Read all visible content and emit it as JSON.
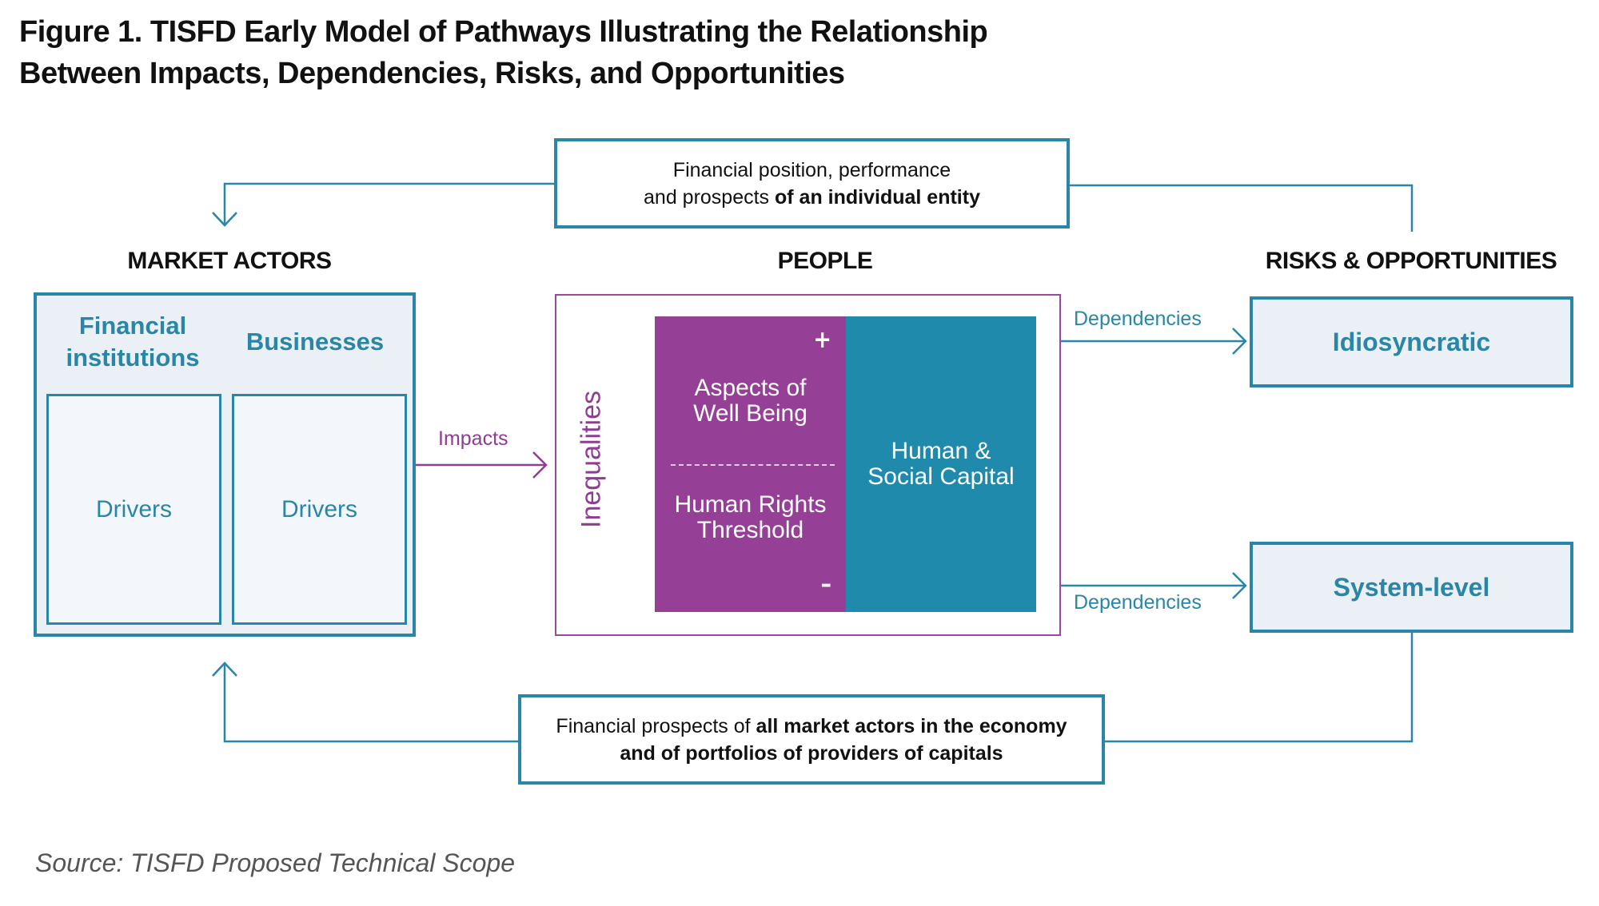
{
  "figure": {
    "title_line1": "Figure 1. TISFD Early Model of Pathways Illustrating the Relationship",
    "title_line2": "Between Impacts, Dependencies, Risks, and Opportunities",
    "source": "Source: TISFD Proposed Technical Scope"
  },
  "top_box": {
    "line1": "Financial position, performance",
    "line2_plain": "and prospects ",
    "line2_bold": "of an individual entity"
  },
  "bottom_box": {
    "line1_plain": "Financial prospects of ",
    "line1_bold": "all market actors in the economy",
    "line2_bold": "and of portfolios of providers of capitals"
  },
  "sections": {
    "market_actors": "MARKET ACTORS",
    "people": "PEOPLE",
    "risks_opportunities": "RISKS & OPPORTUNITIES"
  },
  "market_actors": {
    "col1_line1": "Financial",
    "col1_line2": "institutions",
    "col2": "Businesses",
    "driver1": "Drivers",
    "driver2": "Drivers"
  },
  "people": {
    "inequalities": "Inequalities",
    "plus": "+",
    "minus": "–",
    "wellbeing_line1": "Aspects of",
    "wellbeing_line2": "Well Being",
    "rights_line1": "Human Rights",
    "rights_line2": "Threshold",
    "capital_line1": "Human &",
    "capital_line2": "Social Capital"
  },
  "arrows": {
    "impacts": "Impacts",
    "dependencies_top": "Dependencies",
    "dependencies_bottom": "Dependencies"
  },
  "risks": {
    "idiosyncratic": "Idiosyncratic",
    "system_level": "System-level"
  },
  "colors": {
    "teal": "#2a86a6",
    "teal_fill": "#1f8aac",
    "purple": "#963f96",
    "light_bg": "#eaf0f6"
  }
}
